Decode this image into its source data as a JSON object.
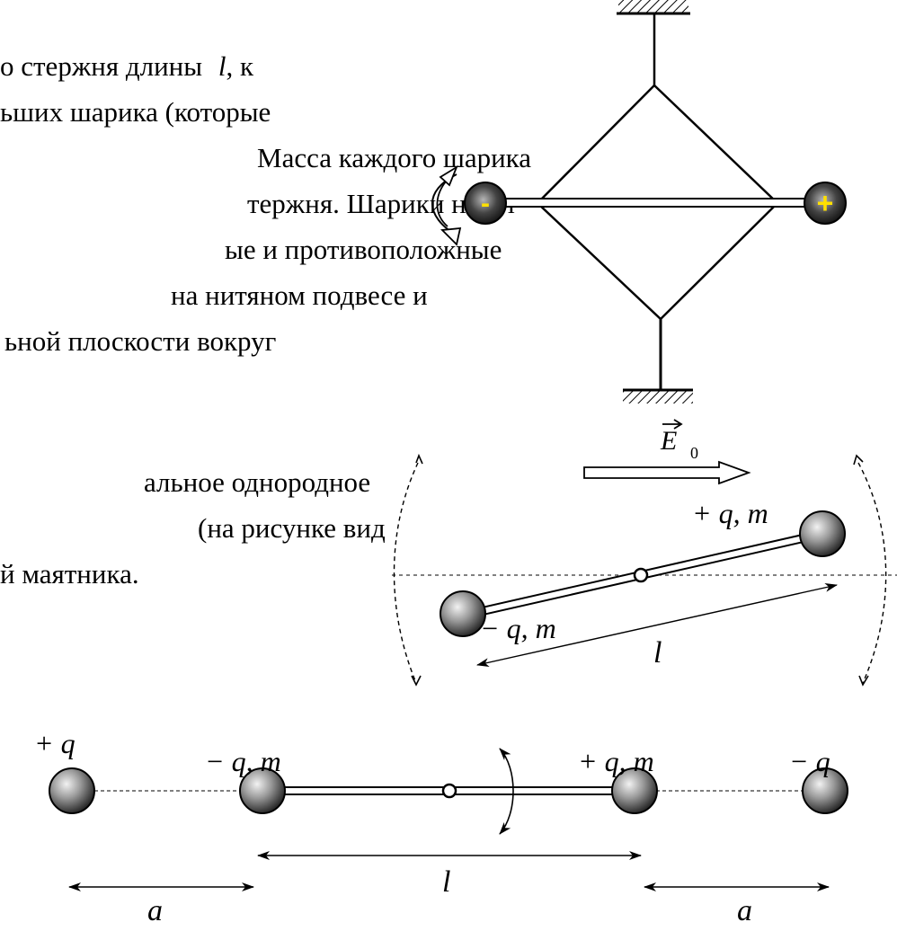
{
  "text_lines": [
    "о стержня длины",
    "ьших шарика (которые",
    "Масса каждого шарика",
    "тержня. Шарики несут",
    "ые и противоположные",
    "на нитяном подвесе и",
    "ьной плоскости вокруг",
    "альное однородное",
    "(на рисунке вид",
    "й маятника."
  ],
  "line1_var": "l",
  "line1_tail": ", к",
  "fig1": {
    "minus_sign": "-",
    "plus_sign": "+"
  },
  "fig2": {
    "field_label": "E",
    "field_subscript": "0",
    "top_label": "+ q, m",
    "bottom_label": "− q, m",
    "length_label": "l"
  },
  "fig3": {
    "label_left_q": "+ q",
    "label_left_ball": "− q, m",
    "label_right_ball": "+ q, m",
    "label_right_q": "− q",
    "length_label": "l",
    "a_left": "a",
    "a_right": "a"
  }
}
